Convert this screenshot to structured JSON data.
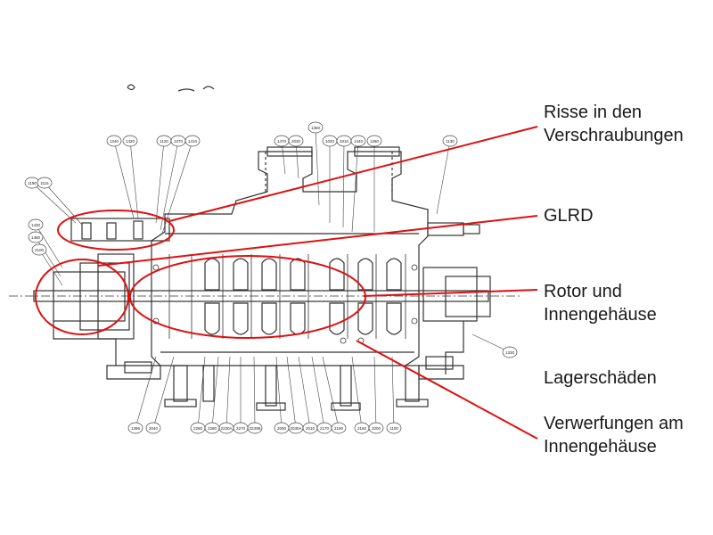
{
  "annotation_color": "#dd1111",
  "drawing_color": "#333333",
  "labels": {
    "risse_line1": "Risse in den",
    "risse_line2": "Verschraubungen",
    "glrd": "GLRD",
    "rotor_line1": "Rotor und",
    "rotor_line2": "Innengehäuse",
    "lager": "Lagerschäden",
    "verw_line1": "Verwerfungen am",
    "verw_line2": "Innengehäuse"
  },
  "drawing": {
    "subject": "multistage-pump-cross-section",
    "left_callouts": [
      "1340",
      "1420",
      "1120",
      "1370",
      "1410",
      "1190",
      "1115",
      "1430",
      "1460",
      "2100"
    ],
    "top_callouts": [
      "1470",
      "2030",
      "1360",
      "1020",
      "3310",
      "1440",
      "1380",
      "1130"
    ],
    "bottom_callouts": [
      "1396",
      "2040",
      "2260",
      "2280",
      "2230A",
      "2270",
      "2230B",
      "2000",
      "2030A",
      "2010",
      "2170",
      "2190",
      "2160",
      "2200",
      "1100"
    ],
    "right_callouts": [
      "1330"
    ]
  }
}
